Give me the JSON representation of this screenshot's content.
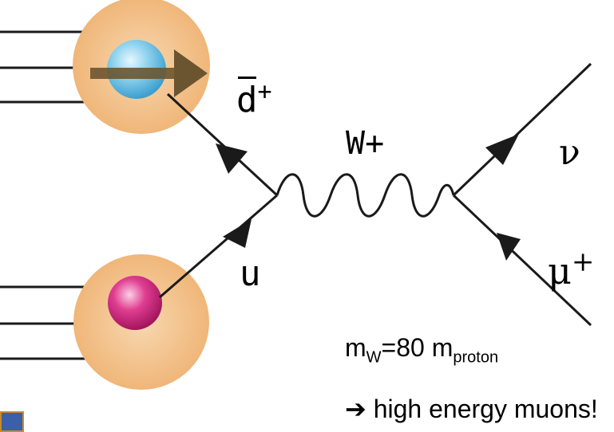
{
  "labels": {
    "antiquark_base": "d",
    "antiquark_charge": "+",
    "boson": "W+",
    "neutrino": "ν",
    "muon_symbol": "μ",
    "muon_charge": "+",
    "quark": "u",
    "mass_m1": "m",
    "mass_sub_w": "W",
    "mass_eq": "=80 m",
    "mass_sub_proton": "proton",
    "arrow": "➔",
    "conclusion": "high energy muons!"
  },
  "colors": {
    "proton_halo": "#f3c58f",
    "quark_top": "#8fd3ee",
    "quark_bottom": "#e03d91",
    "momentum_arrow": "#6b5530",
    "lines": "#1a1a1a"
  }
}
